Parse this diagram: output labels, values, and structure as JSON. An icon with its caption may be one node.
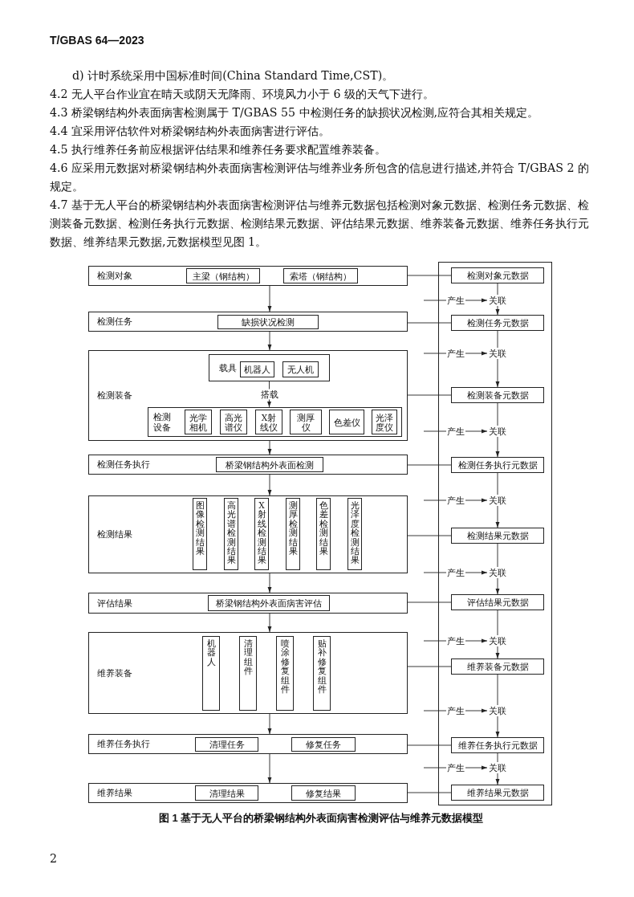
{
  "diagram": {
    "caption": "图 1 基于无人平台的桥梁钢结构外表面病害检测评估与维养元数据模型",
    "labels": [
      "T/GBAS 64—2023",
      "d) 计时系统采用中国标准时间(China Standard Time,CST)。",
      "4.2 无人平台作业宜在晴天或阴天无降雨、环境风力小于 6 级的天气下进行。",
      "4.3 桥梁钢结构外表面病害检测属于 T/GBAS 55 中检测任务的缺损状况检测,应符合其相关规定。",
      "4.4 宜采用评估软件对桥梁钢结构外表面病害进行评估。",
      "4.5 执行维养任务前应根据评估结果和维养任务要求配置维养装备。",
      "4.6 应采用元数据对桥梁钢结构外表面病害检测评估与维养业务所包含的信息进行描述,并符合 T/GBAS 2 的规定。",
      "4.7 基于无人平台的桥梁钢结构外表面病害检测评估与维养元数据包括检测对象元数据、检测任务元数据、检测装备元数据、检测任务执行元数据、检测结果元数据、评估结果元数据、维养装备元数据、维养任务执行元数据、维养结果元数据,元数据模型见图 1。",
      "2"
    ],
    "nodes": [
      {
        "text": [
          "检测对象"
        ]
      },
      {
        "text": [
          "主梁（钢结构）"
        ],
        "in": 0
      },
      {
        "text": [
          "索塔（钢结构）"
        ],
        "in": 0
      },
      {
        "text": [
          "检测任务"
        ]
      },
      {
        "text": [
          "缺损状况检测"
        ],
        "in": 3
      },
      {
        "text": [
          "检测装备"
        ]
      },
      {
        "text": [
          "载具"
        ],
        "in": 5
      },
      {
        "text": [
          "机器人"
        ],
        "in": 6
      },
      {
        "text": [
          "无人机"
        ],
        "in": 6
      },
      {
        "text": [
          "检测设备"
        ],
        "in": 5
      },
      {
        "text": [
          "光学相机"
        ],
        "in": 9
      },
      {
        "text": [
          "高光谱仪"
        ],
        "in": 9
      },
      {
        "text": [
          "X射线仪"
        ],
        "in": 9
      },
      {
        "text": [
          "测厚仪"
        ],
        "in": 9
      },
      {
        "text": [
          "色差仪"
        ],
        "in": 9
      },
      {
        "text": [
          "光泽度仪"
        ],
        "in": 9
      },
      {
        "text": [
          "检测任务执行"
        ]
      },
      {
        "text": [
          "桥梁钢结构外表面检测"
        ],
        "in": 16
      },
      {
        "text": [
          "检测结果"
        ]
      },
      {
        "text": [
          "图像检测结果"
        ],
        "in": 18
      },
      {
        "text": [
          "高光谱检测结果"
        ],
        "in": 18
      },
      {
        "text": [
          "X射线检测结果"
        ],
        "in": 18
      },
      {
        "text": [
          "测厚检测结果"
        ],
        "in": 18
      },
      {
        "text": [
          "色差检测结果"
        ],
        "in": 18
      },
      {
        "text": [
          "光泽度检测结果"
        ],
        "in": 18
      },
      {
        "text": [
          "评估结果"
        ]
      },
      {
        "text": [
          "桥梁钢结构外表面病害评估"
        ],
        "in": 25
      },
      {
        "text": [
          "维养装备"
        ]
      },
      {
        "text": [
          "机器人"
        ],
        "in": 27
      },
      {
        "text": [
          "清理组件"
        ],
        "in": 27
      },
      {
        "text": [
          "喷涂修复组件"
        ],
        "in": 27
      },
      {
        "text": [
          "贴补修复组件"
        ],
        "in": 27
      },
      {
        "text": [
          "维养任务执行"
        ]
      },
      {
        "text": [
          "清理任务"
        ],
        "in": 32
      },
      {
        "text": [
          "修复任务"
        ],
        "in": 32
      },
      {
        "text": [
          "维养结果"
        ]
      },
      {
        "text": [
          "清理结果"
        ],
        "in": 35
      },
      {
        "text": [
          "修复结果"
        ],
        "in": 35
      },
      {
        "text": [],
        "shape": "box"
      },
      {
        "text": [
          "检测对象元数据"
        ],
        "in": 38
      },
      {
        "text": [
          "关联"
        ],
        "in": 38
      },
      {
        "text": [
          "检测任务元数据"
        ],
        "in": 38
      },
      {
        "text": [
          "关联"
        ],
        "in": 38
      },
      {
        "text": [
          "检测装备元数据"
        ],
        "in": 38
      },
      {
        "text": [
          "关联"
        ],
        "in": 38
      },
      {
        "text": [
          "检测任务执行元数据"
        ],
        "in": 38
      },
      {
        "text": [
          "关联"
        ],
        "in": 38
      },
      {
        "text": [
          "检测结果元数据"
        ],
        "in": 38
      },
      {
        "text": [
          "关联"
        ],
        "in": 38
      },
      {
        "text": [
          "评估结果元数据"
        ],
        "in": 38
      },
      {
        "text": [
          "关联"
        ],
        "in": 38
      },
      {
        "text": [
          "维养装备元数据"
        ],
        "in": 38
      },
      {
        "text": [
          "关联"
        ],
        "in": 38
      },
      {
        "text": [
          "维养任务执行元数据"
        ],
        "in": 38
      },
      {
        "text": [
          "关联"
        ],
        "in": 38
      },
      {
        "text": [
          "维养结果元数据"
        ],
        "in": 38
      }
    ],
    "edges": [
      {
        "from": 0,
        "to": 3,
        "arrow": "to"
      },
      {
        "from": 3,
        "to": 5,
        "arrow": "to"
      },
      {
        "from": 5,
        "to": 16,
        "arrow": "to"
      },
      {
        "from": 16,
        "to": 18,
        "arrow": "to"
      },
      {
        "from": 18,
        "to": 25,
        "arrow": "to"
      },
      {
        "from": 25,
        "to": 27,
        "arrow": "to"
      },
      {
        "from": 27,
        "to": 32,
        "arrow": "to"
      },
      {
        "from": 32,
        "to": 35,
        "arrow": "to"
      },
      {
        "from": 6,
        "to": 9,
        "arrow": "to",
        "label": "搭载"
      },
      {
        "from": 0,
        "to": 39,
        "arrow": "none"
      },
      {
        "from": 3,
        "to": 41,
        "arrow": "none"
      },
      {
        "from": 5,
        "to": 43,
        "arrow": "none"
      },
      {
        "from": 16,
        "to": 45,
        "arrow": "none"
      },
      {
        "from": 18,
        "to": 47,
        "arrow": "none"
      },
      {
        "from": 25,
        "to": 49,
        "arrow": "none"
      },
      {
        "from": 27,
        "to": 51,
        "arrow": "none"
      },
      {
        "from": 32,
        "to": 53,
        "arrow": "none"
      },
      {
        "from": 35,
        "to": 55,
        "arrow": "none"
      },
      {
        "from": 39,
        "to": 40,
        "arrow": "none"
      },
      {
        "from": 41,
        "to": 42,
        "arrow": "none"
      },
      {
        "from": 43,
        "to": 44,
        "arrow": "none"
      },
      {
        "from": 45,
        "to": 46,
        "arrow": "none"
      },
      {
        "from": 47,
        "to": 48,
        "arrow": "none"
      },
      {
        "from": 49,
        "to": 50,
        "arrow": "none"
      },
      {
        "from": 51,
        "to": 52,
        "arrow": "none"
      },
      {
        "from": 53,
        "to": 54,
        "arrow": "none"
      },
      {
        "from": 40,
        "to": 41,
        "arrow": "to"
      },
      {
        "from": 42,
        "to": 43,
        "arrow": "to"
      },
      {
        "from": 44,
        "to": 45,
        "arrow": "to"
      },
      {
        "from": 46,
        "to": 47,
        "arrow": "to"
      },
      {
        "from": 48,
        "to": 49,
        "arrow": "to"
      },
      {
        "from": 50,
        "to": 51,
        "arrow": "to"
      },
      {
        "from": 52,
        "to": 53,
        "arrow": "to"
      },
      {
        "from": 54,
        "to": 55,
        "arrow": "to"
      },
      {
        "from": null,
        "to": 40,
        "arrow": "to",
        "label": "产生"
      },
      {
        "from": null,
        "to": 42,
        "arrow": "to",
        "label": "产生"
      },
      {
        "from": null,
        "to": 44,
        "arrow": "to",
        "label": "产生"
      },
      {
        "from": null,
        "to": 46,
        "arrow": "to",
        "label": "产生"
      },
      {
        "from": null,
        "to": 48,
        "arrow": "to",
        "label": "产生"
      },
      {
        "from": null,
        "to": 50,
        "arrow": "to",
        "label": "产生"
      },
      {
        "from": null,
        "to": 52,
        "arrow": "to",
        "label": "产生"
      },
      {
        "from": null,
        "to": 54,
        "arrow": "to",
        "label": "产生"
      }
    ]
  }
}
